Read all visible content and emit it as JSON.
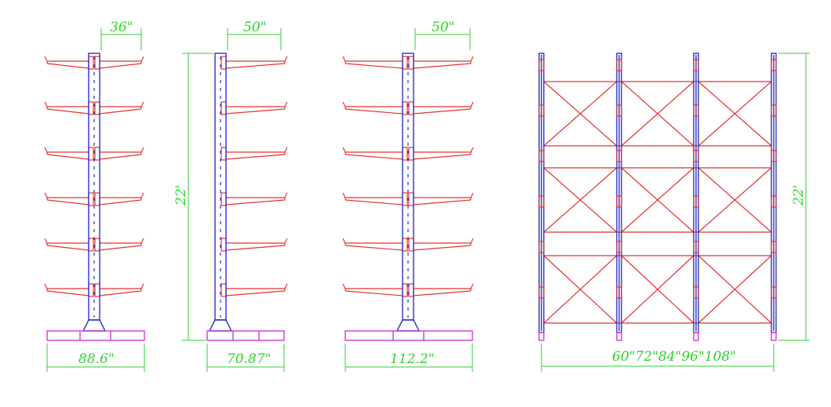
{
  "drawing": {
    "colors": {
      "dimension": "#2fd22f",
      "arm": "#e8322e",
      "column": "#2a34c4",
      "base": "#d23ad2"
    },
    "units": [
      {
        "arm_label": "36\"",
        "base_label": "88.6\"",
        "type": "double-sided"
      },
      {
        "arm_label": "50\"",
        "base_label": "70.87\"",
        "height_label": "22'",
        "type": "single-sided"
      },
      {
        "arm_label": "50\"",
        "base_label": "112.2\"",
        "type": "double-sided"
      }
    ],
    "front_view": {
      "height_label": "22'",
      "width_label": "60\"72\"84\"96\"108\"",
      "columns": 4,
      "arm_levels": 6
    }
  }
}
